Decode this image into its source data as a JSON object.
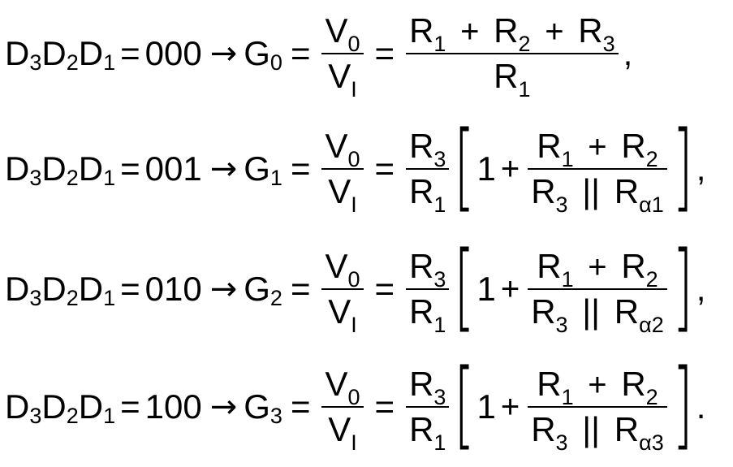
{
  "equations": [
    {
      "lhs": {
        "d3": "D",
        "d3_sub": "3",
        "d2": "D",
        "d2_sub": "2",
        "d1": "D",
        "d1_sub": "1"
      },
      "eq_sign": "=",
      "code": "000",
      "arrow": "→",
      "gain": {
        "symbol": "G",
        "sub": "0"
      },
      "ratio": {
        "num": "V",
        "num_sub": "0",
        "den": "V",
        "den_sub": "I"
      },
      "expr": {
        "num": [
          {
            "t": "R",
            "s": "1"
          },
          {
            "t": "R",
            "s": "2"
          },
          {
            "t": "R",
            "s": "3"
          }
        ],
        "plus": "+",
        "den": {
          "t": "R",
          "s": "1"
        }
      },
      "end": ","
    },
    {
      "lhs": {
        "d3": "D",
        "d3_sub": "3",
        "d2": "D",
        "d2_sub": "2",
        "d1": "D",
        "d1_sub": "1"
      },
      "eq_sign": "=",
      "code": "001",
      "arrow": "→",
      "gain": {
        "symbol": "G",
        "sub": "1"
      },
      "ratio": {
        "num": "V",
        "num_sub": "0",
        "den": "V",
        "den_sub": "I"
      },
      "coef": {
        "num": "R",
        "num_sub": "3",
        "den": "R",
        "den_sub": "1"
      },
      "bracket_open": "[",
      "bracket_close": "]",
      "one": "1",
      "plus": "+",
      "inner": {
        "num_a": "R",
        "num_a_sub": "1",
        "num_b": "R",
        "num_b_sub": "2",
        "den_a": "R",
        "den_a_sub": "3",
        "parallel": "||",
        "den_b": "R",
        "den_b_sub": "α1"
      },
      "end": ","
    },
    {
      "lhs": {
        "d3": "D",
        "d3_sub": "3",
        "d2": "D",
        "d2_sub": "2",
        "d1": "D",
        "d1_sub": "1"
      },
      "eq_sign": "=",
      "code": "010",
      "arrow": "→",
      "gain": {
        "symbol": "G",
        "sub": "2"
      },
      "ratio": {
        "num": "V",
        "num_sub": "0",
        "den": "V",
        "den_sub": "I"
      },
      "coef": {
        "num": "R",
        "num_sub": "3",
        "den": "R",
        "den_sub": "1"
      },
      "bracket_open": "[",
      "bracket_close": "]",
      "one": "1",
      "plus": "+",
      "inner": {
        "num_a": "R",
        "num_a_sub": "1",
        "num_b": "R",
        "num_b_sub": "2",
        "den_a": "R",
        "den_a_sub": "3",
        "parallel": "||",
        "den_b": "R",
        "den_b_sub": "α2"
      },
      "end": ","
    },
    {
      "lhs": {
        "d3": "D",
        "d3_sub": "3",
        "d2": "D",
        "d2_sub": "2",
        "d1": "D",
        "d1_sub": "1"
      },
      "eq_sign": "=",
      "code": "100",
      "arrow": "→",
      "gain": {
        "symbol": "G",
        "sub": "3"
      },
      "ratio": {
        "num": "V",
        "num_sub": "0",
        "den": "V",
        "den_sub": "I"
      },
      "coef": {
        "num": "R",
        "num_sub": "3",
        "den": "R",
        "den_sub": "1"
      },
      "bracket_open": "[",
      "bracket_close": "]",
      "one": "1",
      "plus": "+",
      "inner": {
        "num_a": "R",
        "num_a_sub": "1",
        "num_b": "R",
        "num_b_sub": "2",
        "den_a": "R",
        "den_a_sub": "3",
        "parallel": "||",
        "den_b": "R",
        "den_b_sub": "α3"
      },
      "end": "."
    }
  ]
}
